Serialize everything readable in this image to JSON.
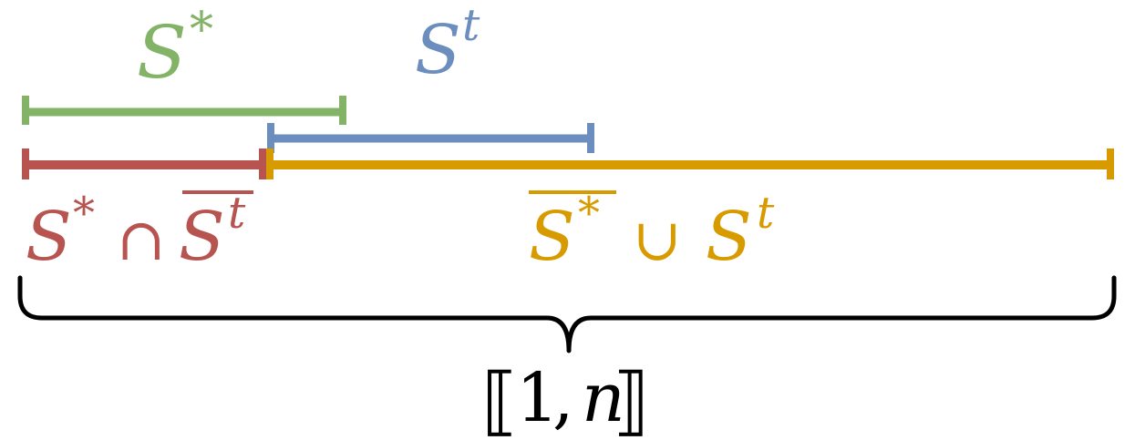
{
  "colors": {
    "s_star": "#82b366",
    "s_t": "#6c8ebf",
    "intersection": "#b85450",
    "union": "#d79b00",
    "brace": "#000000"
  },
  "labels": {
    "s_star": {
      "base": "S",
      "sup": "*"
    },
    "s_t": {
      "base": "S",
      "sup": "t"
    },
    "intersection": {
      "left_base": "S",
      "left_sup": "*",
      "op": "∩",
      "right_base": "S",
      "right_sup": "t"
    },
    "union": {
      "left_base": "S",
      "left_sup": "*",
      "op": "∪",
      "right_base": "S",
      "right_sup": "t"
    },
    "range": {
      "open": "⟦",
      "one": "1",
      "comma": ",",
      "n": "n",
      "close": "⟧"
    }
  }
}
